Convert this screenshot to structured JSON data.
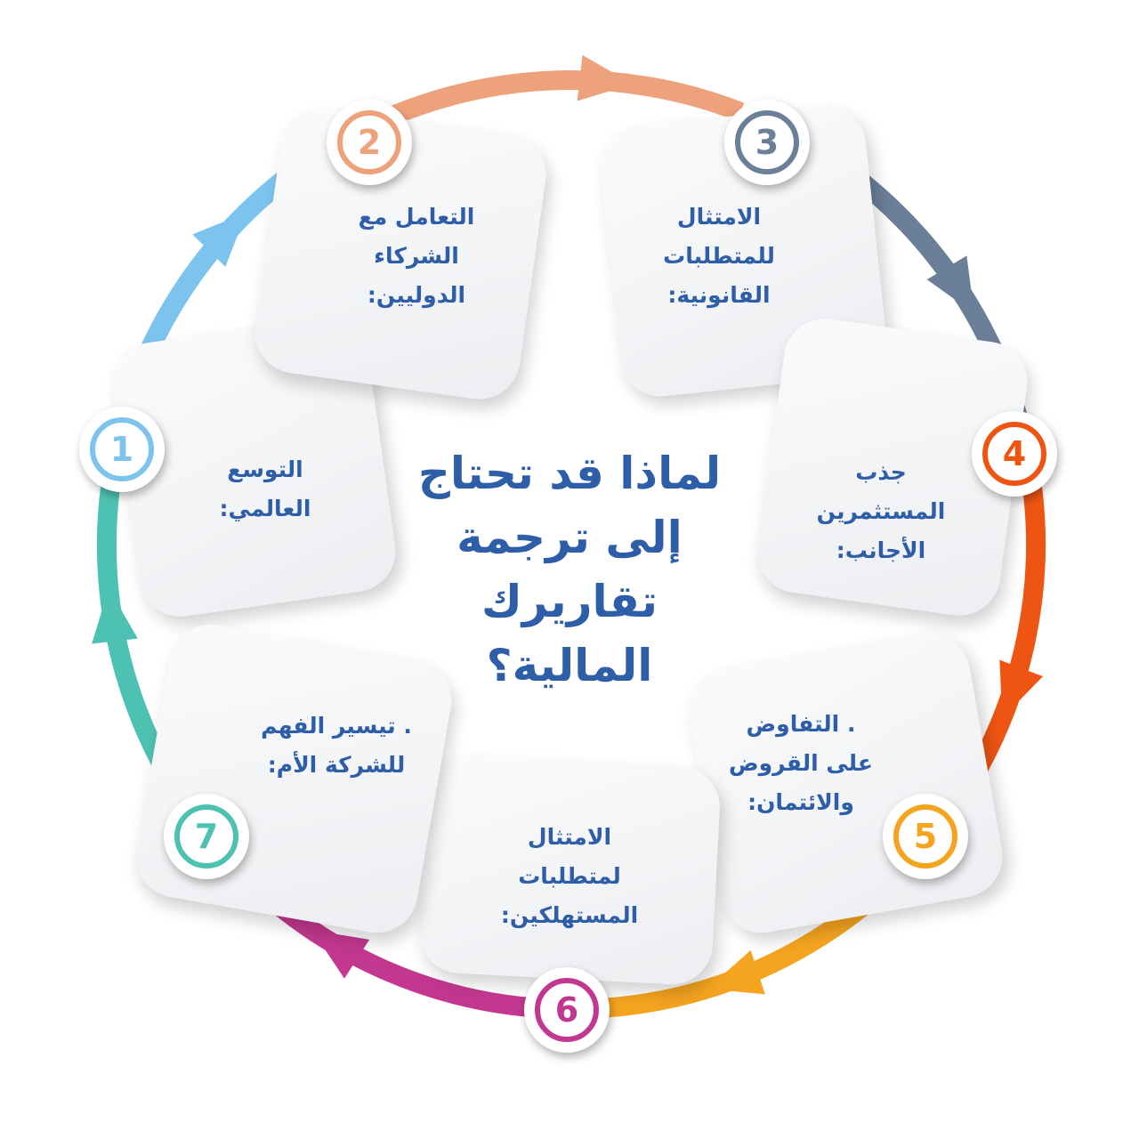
{
  "title_lines": [
    "لماذا قد تحتاج",
    "إلى ترجمة",
    "تقاريرك",
    "المالية؟"
  ],
  "steps": [
    {
      "number": "1",
      "text": "التوسع\nالعالمي:",
      "color": "#7cc4ee"
    },
    {
      "number": "2",
      "text": "التعامل مع\nالشركاء\nالدوليين:",
      "color": "#eea27c"
    },
    {
      "number": "3",
      "text": "الامتثال\nللمتطلبات\nالقانونية:",
      "color": "#6b7f98"
    },
    {
      "number": "4",
      "text": "جذب\nالمستثمرين\nالأجانب:",
      "color": "#ee5512"
    },
    {
      "number": "5",
      "text": ". التفاوض\nعلى القروض\nوالائتمان:",
      "color": "#f4a41f"
    },
    {
      "number": "6",
      "text": "الامتثال\nلمتطلبات\nالمستهلكين:",
      "color": "#c2378f"
    },
    {
      "number": "7",
      "text": ". تيسير الفهم\nللشركة الأم:",
      "color": "#4ec2b2"
    }
  ],
  "title_color": "#2e5ea8"
}
